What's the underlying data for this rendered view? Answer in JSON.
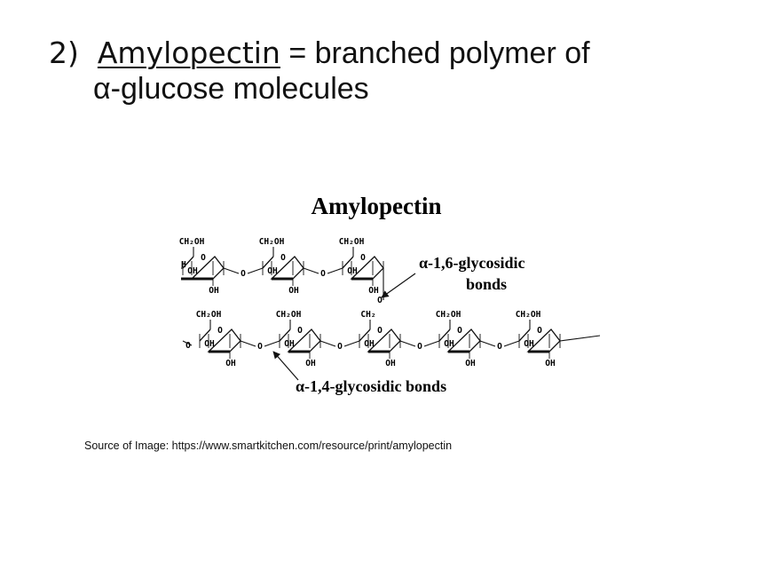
{
  "heading": {
    "number": "2)",
    "term": "Amylopectin",
    "rest": " = branched polymer of",
    "line2": "α-glucose molecules"
  },
  "figure": {
    "title": "Amylopectin",
    "label_16_a": "α-1,6-glycosidic",
    "label_16_b": "bonds",
    "label_14": "α-1,4-glycosidic bonds",
    "ch2oh": "CH₂OH",
    "ch2": "CH₂",
    "oh": "OH",
    "h": "H",
    "o": "O"
  },
  "source": "Source of Image:  https://www.smartkitchen.com/resource/print/amylopectin"
}
